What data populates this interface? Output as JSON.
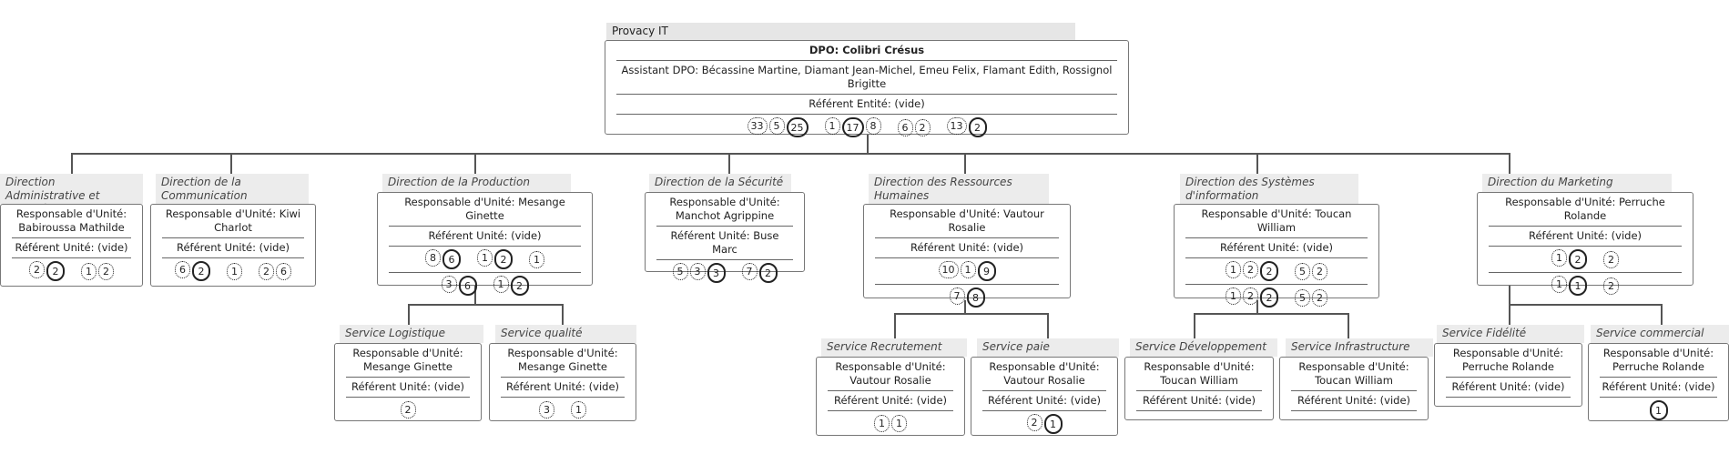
{
  "root": {
    "tab": "Provacy IT",
    "dpo": "DPO: Colibri Crésus",
    "assistant": "Assistant DPO: Bécassine Martine, Diamant Jean-Michel, Emeu Felix, Flamant Edith, Rossignol Brigitte",
    "referent": "Référent Entité: (vide)",
    "badges": [
      [
        {
          "v": "33",
          "c": "blue",
          "s": "dot"
        },
        {
          "v": "5",
          "c": "blue",
          "s": "dot"
        },
        {
          "v": "25",
          "c": "blue",
          "s": "sol"
        }
      ],
      [
        {
          "v": "1",
          "c": "purple",
          "s": "dot"
        },
        {
          "v": "17",
          "c": "purple",
          "s": "sol"
        },
        {
          "v": "8",
          "c": "green",
          "s": "dot"
        }
      ],
      [
        {
          "v": "6",
          "c": "red",
          "s": "dot"
        },
        {
          "v": "2",
          "c": "red",
          "s": "dot"
        }
      ],
      [
        {
          "v": "13",
          "c": "orange",
          "s": "dot"
        },
        {
          "v": "2",
          "c": "orange",
          "s": "sol"
        }
      ]
    ]
  },
  "units": [
    {
      "id": "daf",
      "tab": "Direction Administrative et financière",
      "rows": [
        "Responsable d'Unité: Babiroussa Mathilde",
        "Référent Unité: (vide)"
      ],
      "badges": [
        [
          [
            {
              "v": "2",
              "c": "blue",
              "s": "dot"
            },
            {
              "v": "2",
              "c": "blue",
              "s": "sol"
            }
          ],
          [
            {
              "v": "1",
              "c": "orange",
              "s": "dot"
            },
            {
              "v": "2",
              "c": "green",
              "s": "dot"
            }
          ]
        ]
      ]
    },
    {
      "id": "com",
      "tab": "Direction de la Communication",
      "rows": [
        "Responsable d'Unité: Kiwi Charlot",
        "Référent Unité: (vide)"
      ],
      "badges": [
        [
          [
            {
              "v": "6",
              "c": "blue",
              "s": "dot"
            },
            {
              "v": "2",
              "c": "blue",
              "s": "sol"
            }
          ],
          [
            {
              "v": "1",
              "c": "purple",
              "s": "dot"
            }
          ],
          [
            {
              "v": "2",
              "c": "orange",
              "s": "dot"
            },
            {
              "v": "6",
              "c": "green",
              "s": "dot"
            }
          ]
        ]
      ]
    },
    {
      "id": "prod",
      "tab": "Direction de la Production",
      "rows": [
        "Responsable d'Unité: Mesange Ginette",
        "Référent Unité: (vide)"
      ],
      "badges": [
        [
          [
            {
              "v": "8",
              "c": "blue",
              "s": "dot"
            },
            {
              "v": "6",
              "c": "blue",
              "s": "sol"
            }
          ],
          [
            {
              "v": "1",
              "c": "purple",
              "s": "dot"
            },
            {
              "v": "2",
              "c": "purple",
              "s": "sol"
            }
          ],
          [
            {
              "v": "1",
              "c": "orange",
              "s": "dot"
            }
          ]
        ],
        [
          [
            {
              "v": "3",
              "c": "blue",
              "s": "dot"
            },
            {
              "v": "6",
              "c": "blue",
              "s": "sol"
            }
          ],
          [
            {
              "v": "1",
              "c": "purple",
              "s": "dot"
            },
            {
              "v": "2",
              "c": "purple",
              "s": "sol"
            }
          ]
        ]
      ]
    },
    {
      "id": "secu",
      "tab": "Direction de la Sécurité",
      "rows": [
        "Responsable d'Unité: Manchot Agrippine",
        "Référent Unité: Buse Marc"
      ],
      "badges": [
        [
          [
            {
              "v": "5",
              "c": "blue",
              "s": "dot"
            },
            {
              "v": "3",
              "c": "blue",
              "s": "dot"
            },
            {
              "v": "3",
              "c": "blue",
              "s": "sol"
            }
          ],
          [
            {
              "v": "7",
              "c": "orange",
              "s": "dot"
            },
            {
              "v": "2",
              "c": "orange",
              "s": "sol"
            }
          ]
        ]
      ]
    },
    {
      "id": "rh",
      "tab": "Direction des Ressources Humaines",
      "rows": [
        "Responsable d'Unité: Vautour Rosalie",
        "Référent Unité: (vide)"
      ],
      "badges": [
        [
          [
            {
              "v": "10",
              "c": "blue",
              "s": "dot"
            },
            {
              "v": "1",
              "c": "blue",
              "s": "dot"
            },
            {
              "v": "9",
              "c": "blue",
              "s": "sol"
            }
          ]
        ],
        [
          [
            {
              "v": "7",
              "c": "blue",
              "s": "dot"
            },
            {
              "v": "8",
              "c": "blue",
              "s": "sol"
            }
          ]
        ]
      ]
    },
    {
      "id": "si",
      "tab": "Direction des Systèmes d'information",
      "rows": [
        "Responsable d'Unité: Toucan William",
        "Référent Unité: (vide)"
      ],
      "badges": [
        [
          [
            {
              "v": "1",
              "c": "blue",
              "s": "dot"
            },
            {
              "v": "2",
              "c": "blue",
              "s": "dot"
            },
            {
              "v": "2",
              "c": "blue",
              "s": "sol"
            }
          ],
          [
            {
              "v": "5",
              "c": "red",
              "s": "dot"
            },
            {
              "v": "2",
              "c": "red",
              "s": "dot"
            }
          ]
        ],
        [
          [
            {
              "v": "1",
              "c": "blue",
              "s": "dot"
            },
            {
              "v": "2",
              "c": "blue",
              "s": "dot"
            },
            {
              "v": "2",
              "c": "blue",
              "s": "sol"
            }
          ],
          [
            {
              "v": "5",
              "c": "red",
              "s": "dot"
            },
            {
              "v": "2",
              "c": "red",
              "s": "dot"
            }
          ]
        ]
      ]
    },
    {
      "id": "mkt",
      "tab": "Direction du Marketing",
      "rows": [
        "Responsable d'Unité: Perruche Rolande",
        "Référent Unité: (vide)"
      ],
      "badges": [
        [
          [
            {
              "v": "1",
              "c": "blue",
              "s": "dot"
            },
            {
              "v": "2",
              "c": "blue",
              "s": "sol"
            }
          ],
          [
            {
              "v": "2",
              "c": "orange",
              "s": "dot"
            }
          ]
        ],
        [
          [
            {
              "v": "1",
              "c": "blue",
              "s": "dot"
            },
            {
              "v": "1",
              "c": "blue",
              "s": "sol"
            }
          ],
          [
            {
              "v": "2",
              "c": "orange",
              "s": "dot"
            }
          ]
        ]
      ]
    },
    {
      "id": "logi",
      "tab": "Service Logistique",
      "rows": [
        "Responsable d'Unité: Mesange Ginette",
        "Référent Unité: (vide)"
      ],
      "badges": [
        [
          [
            {
              "v": "2",
              "c": "blue",
              "s": "dot"
            }
          ]
        ]
      ]
    },
    {
      "id": "qual",
      "tab": "Service qualité",
      "rows": [
        "Responsable d'Unité: Mesange Ginette",
        "Référent Unité: (vide)"
      ],
      "badges": [
        [
          [
            {
              "v": "3",
              "c": "blue",
              "s": "dot"
            }
          ],
          [
            {
              "v": "1",
              "c": "orange",
              "s": "dot"
            }
          ]
        ]
      ]
    },
    {
      "id": "recr",
      "tab": "Service Recrutement",
      "rows": [
        "Responsable d'Unité: Vautour Rosalie",
        "Référent Unité: (vide)"
      ],
      "badges": [
        [
          [
            {
              "v": "1",
              "c": "blue",
              "s": "dot"
            },
            {
              "v": "1",
              "c": "blue",
              "s": "dot"
            }
          ]
        ]
      ]
    },
    {
      "id": "paie",
      "tab": "Service paie",
      "rows": [
        "Responsable d'Unité: Vautour Rosalie",
        "Référent Unité: (vide)"
      ],
      "badges": [
        [
          [
            {
              "v": "2",
              "c": "blue",
              "s": "dot"
            },
            {
              "v": "1",
              "c": "blue",
              "s": "sol"
            }
          ]
        ]
      ]
    },
    {
      "id": "dev",
      "tab": "Service Développement",
      "rows": [
        "Responsable d'Unité: Toucan William",
        "Référent Unité: (vide)"
      ],
      "badges": []
    },
    {
      "id": "infra",
      "tab": "Service Infrastructure",
      "rows": [
        "Responsable d'Unité: Toucan William",
        "Référent Unité: (vide)"
      ],
      "badges": []
    },
    {
      "id": "fid",
      "tab": "Service Fidélité",
      "rows": [
        "Responsable d'Unité: Perruche Rolande",
        "Référent Unité: (vide)"
      ],
      "badges": []
    },
    {
      "id": "comm",
      "tab": "Service commercial",
      "rows": [
        "Responsable d'Unité: Perruche Rolande",
        "Référent Unité: (vide)"
      ],
      "badges": [
        [
          [
            {
              "v": "1",
              "c": "blue",
              "s": "sol"
            }
          ]
        ]
      ]
    }
  ]
}
